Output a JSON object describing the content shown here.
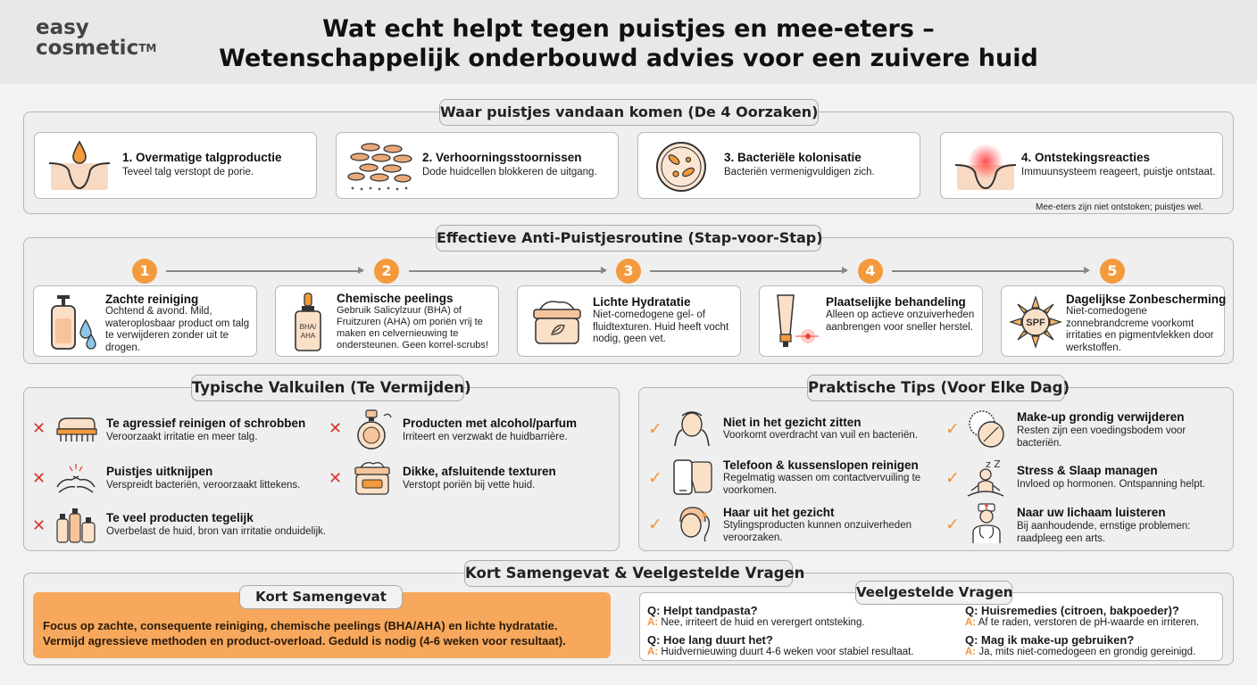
{
  "brand": {
    "name_line1": "easy",
    "name_line2": "cosmetic",
    "tm": "TM"
  },
  "title": {
    "line1": "Wat echt helpt tegen puistjes en mee-eters –",
    "line2": "Wetenschappelijk onderbouwd advies voor een zuivere huid"
  },
  "causes": {
    "title": "Waar puistjes vandaan komen (De 4 Oorzaken)",
    "items": [
      {
        "title": "1. Overmatige talgproductie",
        "desc": "Teveel talg verstopt de porie.",
        "icon": "oil-drop-pore-icon"
      },
      {
        "title": "2. Verhoorningsstoornissen",
        "desc": "Dode huidcellen blokkeren de uitgang.",
        "icon": "skin-cells-icon"
      },
      {
        "title": "3. Bacteriële kolonisatie",
        "desc": "Bacteriën vermenigvuldigen zich.",
        "icon": "bacteria-icon"
      },
      {
        "title": "4. Ontstekingsreacties",
        "desc": "Immuunsysteem reageert, puistje ontstaat.",
        "icon": "inflamed-pore-icon"
      }
    ],
    "note": "Mee-eters zijn niet ontstoken; puistjes wel."
  },
  "routine": {
    "title": "Effectieve Anti-Puistjesroutine (Stap-voor-Stap)",
    "steps": [
      {
        "num": "1",
        "title": "Zachte reiniging",
        "desc": "Ochtend & avond. Mild, wateroplosbaar product om talg te verwijderen zonder uit te drogen.",
        "icon": "cleanser-bottle-icon"
      },
      {
        "num": "2",
        "title": "Chemische peelings",
        "desc": "Gebruik Salicylzuur (BHA) of Fruitzuren (AHA) om poriën vrij te maken en celvernieuwing te ondersteunen. Geen korrel-scrubs!",
        "icon": "serum-dropper-icon",
        "icon_label_1": "BHA/",
        "icon_label_2": "AHA"
      },
      {
        "num": "3",
        "title": "Lichte Hydratatie",
        "desc": "Niet-comedogene gel- of fluidtexturen. Huid heeft vocht nodig, geen vet.",
        "icon": "moisturizer-jar-icon"
      },
      {
        "num": "4",
        "title": "Plaatselijke behandeling",
        "desc": "Alleen op actieve onzuiverheden aanbrengen voor sneller herstel.",
        "icon": "spot-treatment-tube-icon"
      },
      {
        "num": "5",
        "title": "Dagelijkse Zonbescherming",
        "desc": "Niet-comedogene zonnebrandcreme voorkomt irritaties en pigmentvlekken door werkstoffen.",
        "icon": "sun-spf-icon",
        "icon_label": "SPF"
      }
    ]
  },
  "pitfalls": {
    "title": "Typische Valkuilen (Te Vermijden)",
    "items": [
      {
        "title": "Te agressief reinigen of schrobben",
        "desc": "Veroorzaakt irritatie en meer talg.",
        "icon": "scrub-brush-icon"
      },
      {
        "title": "Producten met alcohol/parfum",
        "desc": "Irriteert en verzwakt de huidbarrière.",
        "icon": "perfume-bottle-icon"
      },
      {
        "title": "Puistjes uitknijpen",
        "desc": "Verspreidt bacteriën, veroorzaakt littekens.",
        "icon": "squeezing-hands-icon"
      },
      {
        "title": "Dikke, afsluitende texturen",
        "desc": "Verstopt poriën bij vette huid.",
        "icon": "thick-cream-jar-icon"
      },
      {
        "title": "Te veel producten tegelijk",
        "desc": "Overbelast de huid, bron van irritatie onduidelijk.",
        "icon": "many-products-icon"
      }
    ]
  },
  "tips": {
    "title": "Praktische Tips (Voor Elke Dag)",
    "items": [
      {
        "title": "Niet in het gezicht zitten",
        "desc": "Voorkomt overdracht van vuil en bacteriën.",
        "icon": "face-hands-icon"
      },
      {
        "title": "Make-up grondig verwijderen",
        "desc": "Resten zijn een voedingsbodem voor bacteriën.",
        "icon": "cotton-pads-icon"
      },
      {
        "title": "Telefoon & kussenslopen reinigen",
        "desc": "Regelmatig wassen om contactvervuiling te voorkomen.",
        "icon": "phone-pillow-icon"
      },
      {
        "title": "Stress & Slaap managen",
        "desc": "Invloed op hormonen. Ontspanning helpt.",
        "icon": "meditation-icon",
        "icon_label": "z Z"
      },
      {
        "title": "Haar uit het gezicht",
        "desc": "Stylingsproducten kunnen onzuiverheden veroorzaken.",
        "icon": "hair-tied-icon"
      },
      {
        "title": "Naar uw lichaam luisteren",
        "desc": "Bij aanhoudende, ernstige problemen: raadpleeg een arts.",
        "icon": "doctor-icon"
      }
    ]
  },
  "summary_section": {
    "title": "Kort Samengevat & Veelgestelde Vragen"
  },
  "summary": {
    "title": "Kort Samengevat",
    "line1": "Focus op zachte, consequente reiniging, chemische peelings (BHA/AHA) en lichte hydratatie.",
    "line2": "Vermijd agressieve methoden en product-overload. Geduld is nodig (4-6 weken voor resultaat)."
  },
  "faq": {
    "title": "Veelgestelde Vragen",
    "a_prefix": "A:",
    "items": [
      {
        "q": "Q: Helpt tandpasta?",
        "a": "Nee, irriteert de huid en verergert ontsteking."
      },
      {
        "q": "Q: Huisremedies (citroen, bakpoeder)?",
        "a": "Af te raden, verstoren de pH-waarde en irriteren."
      },
      {
        "q": "Q: Hoe lang duurt het?",
        "a": "Huidvernieuwing duurt 4-6 weken voor stabiel resultaat."
      },
      {
        "q": "Q: Mag ik make-up gebruiken?",
        "a": "Ja, mits niet-comedogeen en grondig gereinigd."
      }
    ]
  },
  "colors": {
    "accent": "#f39a3d",
    "summary_bg": "#f7a85c",
    "danger": "#d9352b",
    "background": "#f2f2f2"
  }
}
